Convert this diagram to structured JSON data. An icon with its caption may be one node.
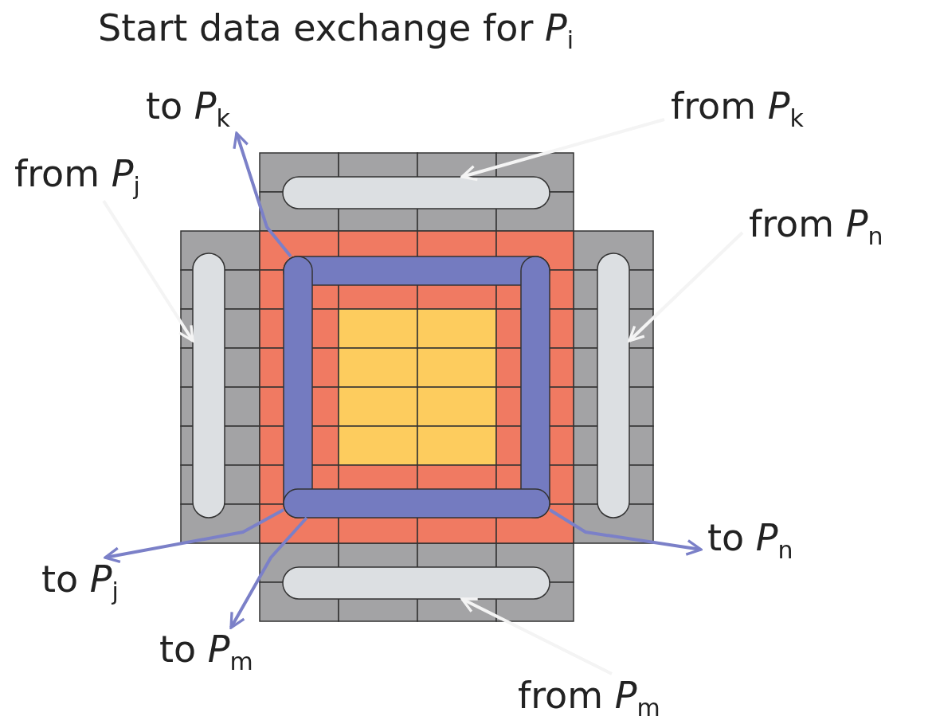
{
  "diagram": {
    "title": "Start data exchange for *P*$_{i}$",
    "nodes": [
      {
        "text": [
          "to *P*$_{k}$"
        ]
      },
      {
        "text": [
          "from *P*$_{k}$"
        ]
      },
      {
        "text": [
          "from *P*$_{j}$"
        ]
      },
      {
        "text": [
          "from *P*$_{n}$"
        ]
      },
      {
        "text": [
          "to *P*$_{n}$"
        ]
      },
      {
        "text": [
          "to *P*$_{j}$"
        ]
      },
      {
        "text": [
          "to *P*$_{m}$"
        ]
      },
      {
        "text": [
          "from *P*$_{m}$"
        ]
      },
      {
        "text": [],
        "shape": "bar"
      },
      {
        "text": [],
        "shape": "bar"
      },
      {
        "text": [],
        "shape": "bar"
      },
      {
        "text": [],
        "shape": "bar"
      },
      {
        "text": [],
        "shape": "bar"
      },
      {
        "text": [],
        "shape": "bar"
      },
      {
        "text": [],
        "shape": "bar"
      },
      {
        "text": [],
        "shape": "bar"
      }
    ],
    "edges": [
      {
        "from": 8,
        "to": 0,
        "arrow": "to",
        "color": "#7b80c8"
      },
      {
        "from": 1,
        "to": 12,
        "arrow": "to",
        "color": "#f4f4f4"
      },
      {
        "from": 2,
        "to": 13,
        "arrow": "to",
        "color": "#f4f4f4"
      },
      {
        "from": 3,
        "to": 14,
        "arrow": "to",
        "color": "#f4f4f4"
      },
      {
        "from": 10,
        "to": 4,
        "arrow": "to",
        "color": "#7b80c8"
      },
      {
        "from": 9,
        "to": 5,
        "arrow": "to",
        "color": "#7b80c8"
      },
      {
        "from": 11,
        "to": 6,
        "arrow": "to",
        "color": "#7b80c8"
      },
      {
        "from": 7,
        "to": 15,
        "arrow": "to",
        "color": "#f4f4f4"
      }
    ]
  }
}
